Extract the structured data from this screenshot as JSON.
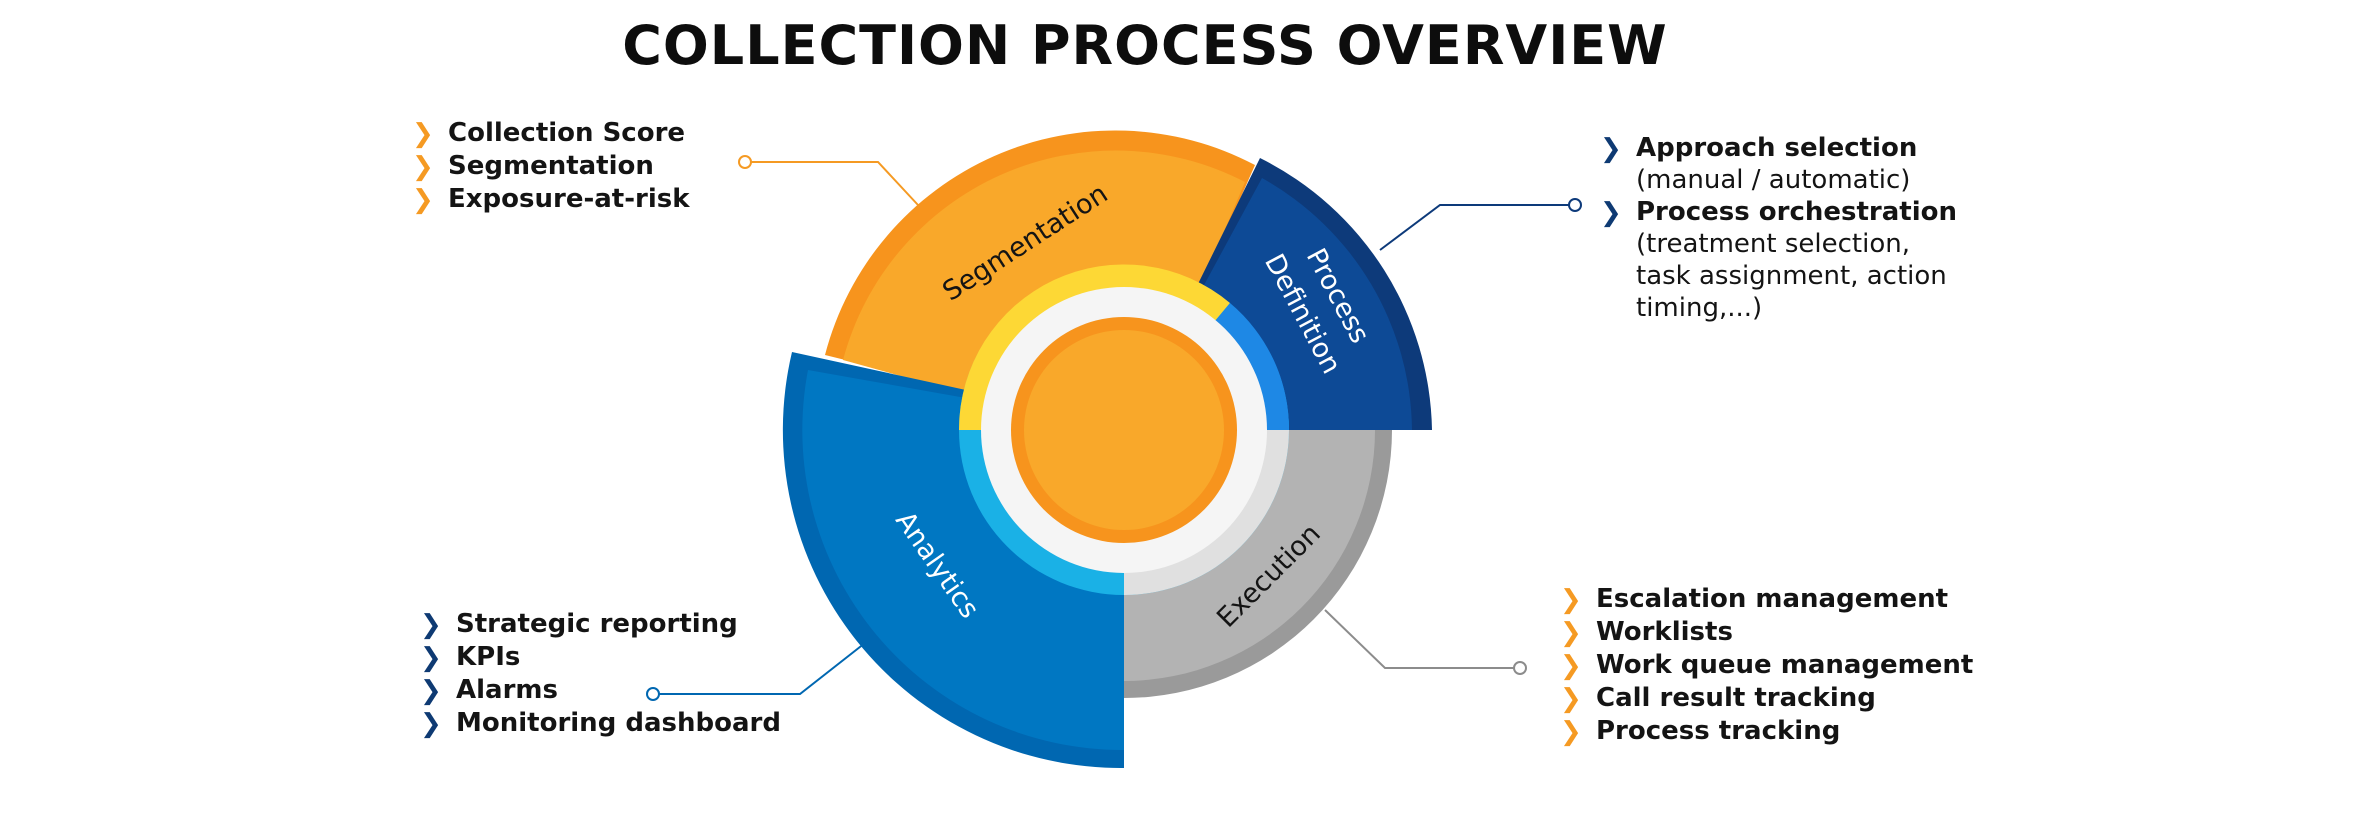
{
  "title": "COLLECTION PROCESS OVERVIEW",
  "colors": {
    "segmentation": "#f9a82a",
    "process_definition": "#0d4287",
    "execution": "#b3b3b3",
    "analytics": "#0077c2",
    "center": "#f9a82a",
    "bullet_orange": "#f59a23",
    "bullet_navy": "#0e3a73"
  },
  "segments": {
    "segmentation": "Segmentation",
    "process_line1": "Process",
    "process_line2": "Definition",
    "execution": "Execution",
    "analytics": "Analytics"
  },
  "segmentation_list": [
    "Collection Score",
    "Segmentation",
    "Exposure-at-risk"
  ],
  "analytics_list": [
    "Strategic reporting",
    "KPIs",
    "Alarms",
    "Monitoring dashboard"
  ],
  "execution_list": [
    "Escalation management",
    "Worklists",
    "Work queue management",
    "Call result tracking",
    "Process tracking"
  ],
  "process_list": [
    {
      "title": "Approach selection",
      "detail": [
        "(manual / automatic)"
      ]
    },
    {
      "title": "Process orchestration",
      "detail": [
        "(treatment selection,",
        "task assignment, action",
        "timing,...)"
      ]
    }
  ],
  "bullet_icon": "chevron-right-icon"
}
